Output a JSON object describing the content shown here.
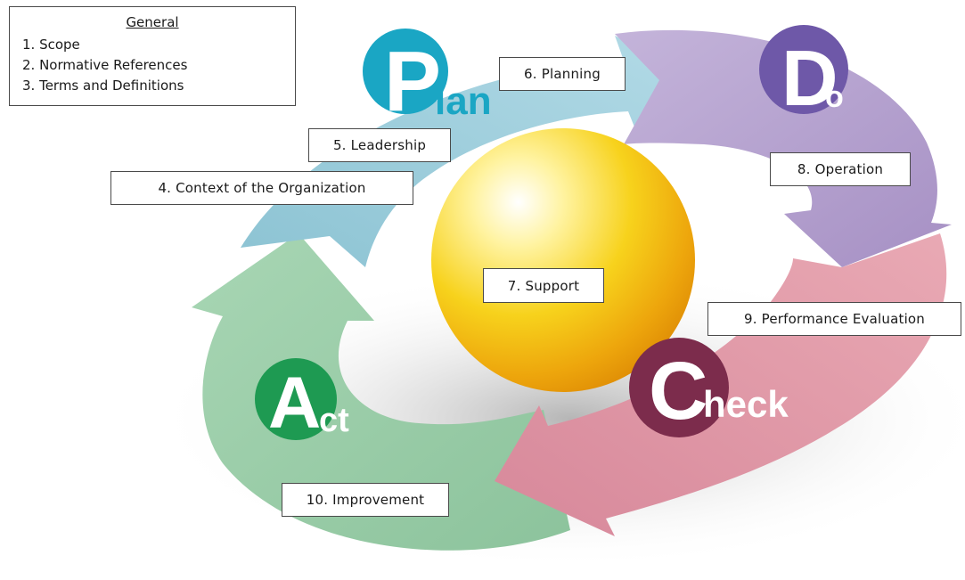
{
  "general": {
    "title": "General",
    "items": [
      "1. Scope",
      "2. Normative References",
      "3. Terms and Definitions"
    ]
  },
  "clauses": {
    "planning": "6. Planning",
    "leadership": "5. Leadership",
    "context": "4. Context of the Organization",
    "operation": "8. Operation",
    "support": "7. Support",
    "performance": "9. Performance Evaluation",
    "improvement": "10. Improvement"
  },
  "phases": {
    "plan": {
      "initial": "P",
      "rest": "lan",
      "color": "#1aa6c4"
    },
    "do": {
      "initial": "D",
      "rest": "o",
      "color": "#6e58a8"
    },
    "check": {
      "initial": "C",
      "rest": "heck",
      "color": "#7c2c4c"
    },
    "act": {
      "initial": "A",
      "rest": "ct",
      "color": "#1e9a52"
    }
  },
  "colors": {
    "plan_arc": "#9ccbd9",
    "do_arc": "#b7a4cf",
    "check_arc": "#e19aa6",
    "act_arc": "#9fcfad",
    "sphere": "#f4c81a"
  }
}
